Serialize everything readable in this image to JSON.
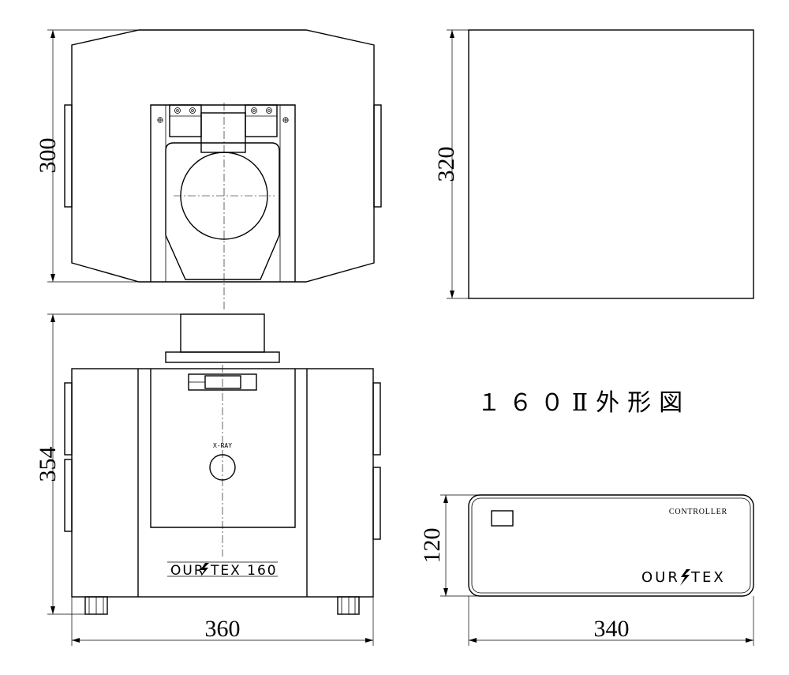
{
  "title": "１６０Ⅱ外形図",
  "dimensions": {
    "front_height": "300",
    "side_height": "320",
    "main_height": "354",
    "main_width": "360",
    "controller_height": "120",
    "controller_width": "340"
  },
  "labels": {
    "xray": "X-RAY",
    "controller": "CONTROLLER",
    "unit_brand": "OUR",
    "unit_brand_rest": "TEX 160",
    "controller_brand": "OUR",
    "controller_brand_rest": "TEX"
  }
}
